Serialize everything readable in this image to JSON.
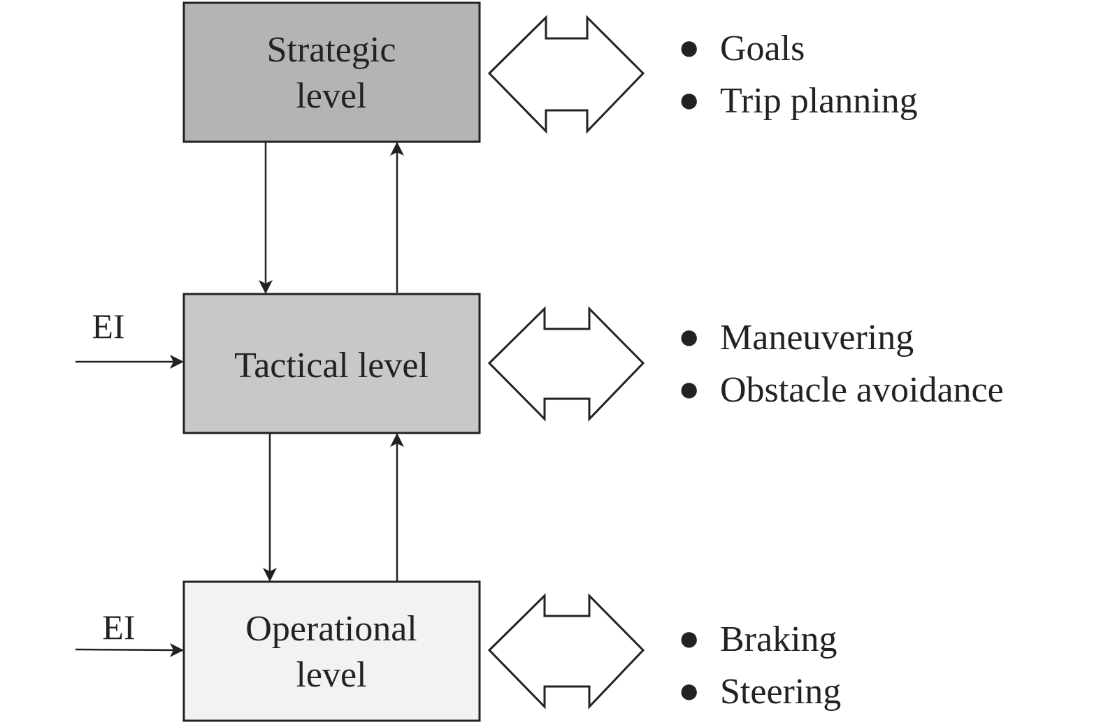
{
  "colors": {
    "strategic_fill": "#b5b4b5",
    "tactical_fill": "#c9c8c9",
    "operational_fill": "#f2f2f2",
    "stroke": "#222222",
    "background": "#ffffff"
  },
  "levels": [
    {
      "id": "strategic",
      "label_lines": [
        "Strategic",
        "level"
      ],
      "items": [
        "Goals",
        "Trip planning"
      ],
      "external_input": ""
    },
    {
      "id": "tactical",
      "label_lines": [
        "Tactical level"
      ],
      "items": [
        "Maneuvering",
        "Obstacle avoidance"
      ],
      "external_input": "EI"
    },
    {
      "id": "operational",
      "label_lines": [
        "Operational",
        "level"
      ],
      "items": [
        "Braking",
        "Steering"
      ],
      "external_input": "EI"
    }
  ],
  "bullet_symbol": "●"
}
